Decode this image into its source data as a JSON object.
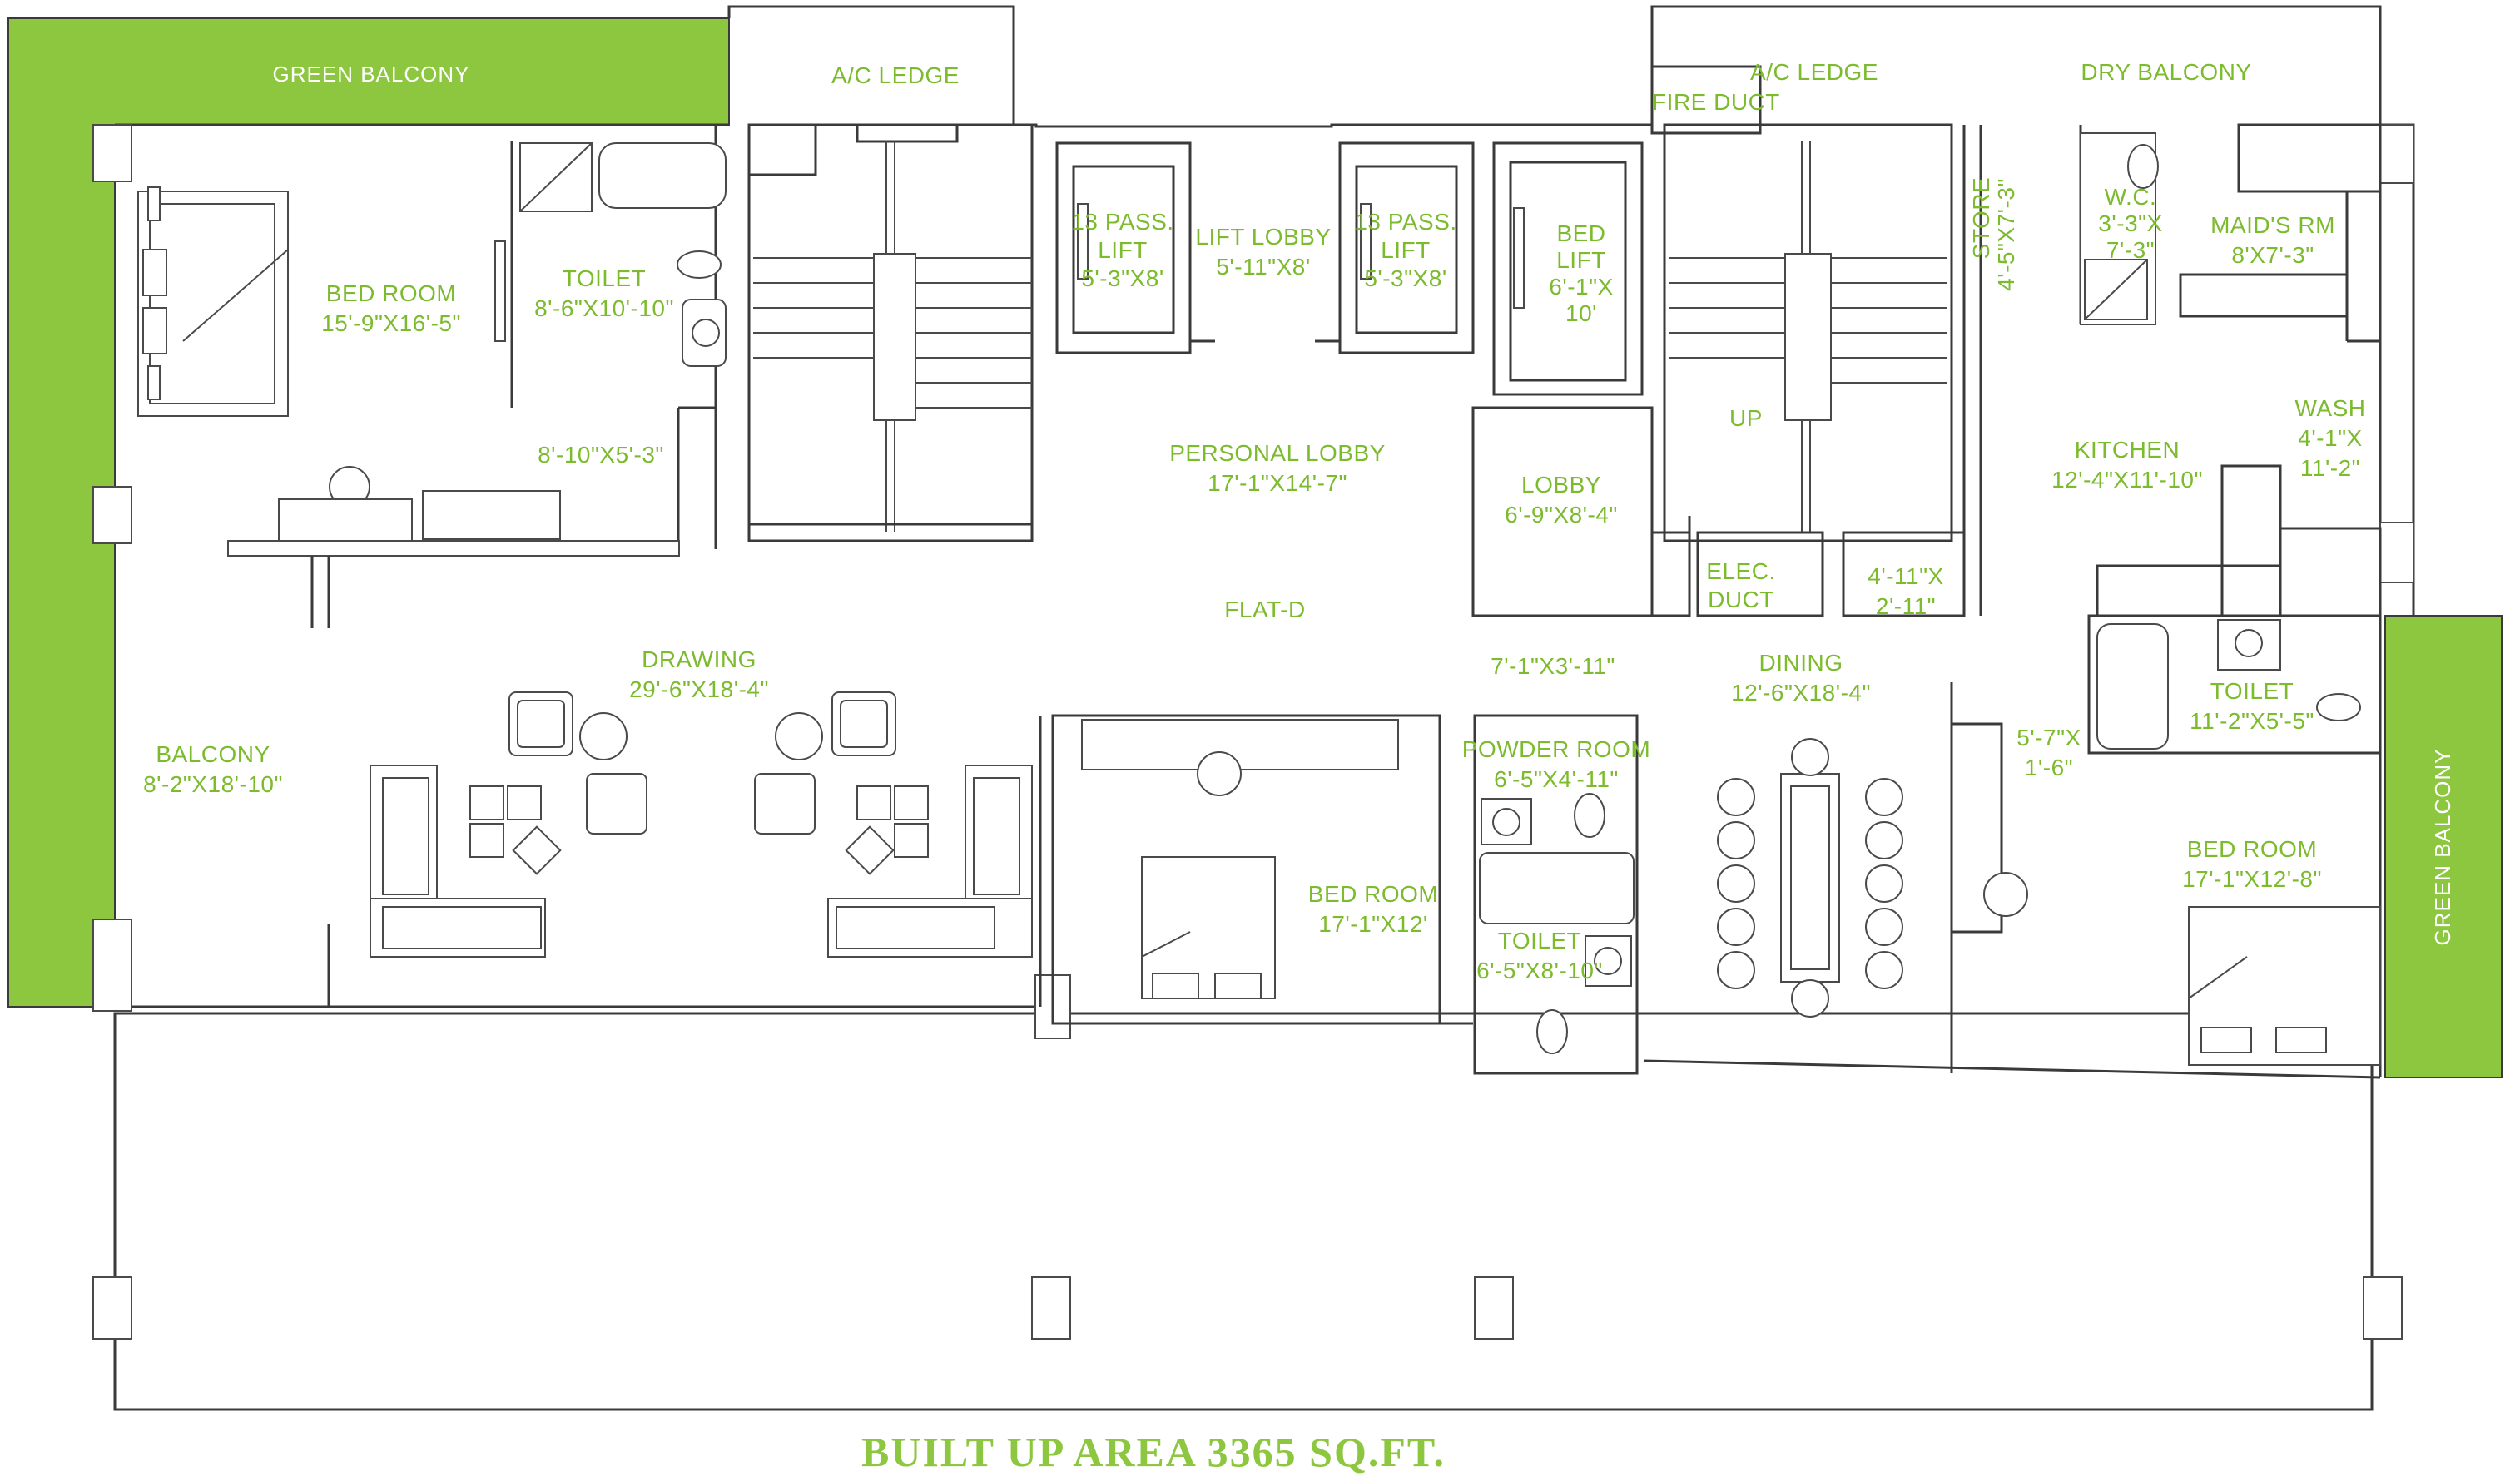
{
  "labels": {
    "green_balcony_top": "GREEN BALCONY",
    "green_balcony_right": "GREEN BALCONY",
    "ac_ledge_left": "A/C LEDGE",
    "ac_ledge_right": "A/C LEDGE",
    "fire_duct": "FIRE DUCT",
    "dry_balcony": "DRY BALCONY",
    "bedroom1_name": "BED ROOM",
    "bedroom1_size": "15'-9\"X16'-5\"",
    "toilet1_name": "TOILET",
    "toilet1_size": "8'-6\"X10'-10\"",
    "dress_size": "8'-10\"X5'-3\"",
    "lift1_l1": "13 PASS.",
    "lift1_l2": "LIFT",
    "lift1_l3": "5'-3\"X8'",
    "lift_lobby_name": "LIFT  LOBBY",
    "lift_lobby_size": "5'-11\"X8'",
    "lift2_l1": "13 PASS.",
    "lift2_l2": "LIFT",
    "lift2_l3": "5'-3\"X8'",
    "bedlift_l1": "BED",
    "bedlift_l2": "LIFT",
    "bedlift_l3": "6'-1\"X",
    "bedlift_l4": "10'",
    "store_label": "STORE",
    "store_size": "4'-5\"X7'-3\"",
    "wc_l1": "W.C.",
    "wc_l2": "3'-3\"X",
    "wc_l3": "7'-3\"",
    "maid_name": "MAID'S RM",
    "maid_size": "8'X7'-3\"",
    "personal_lobby_name": "PERSONAL LOBBY",
    "personal_lobby_size": "17'-1\"X14'-7\"",
    "lobby_name": "LOBBY",
    "lobby_size": "6'-9\"X8'-4\"",
    "up": "UP",
    "kitchen_name": "KITCHEN",
    "kitchen_size": "12'-4\"X11'-10\"",
    "wash_l1": "WASH",
    "wash_l2": "4'-1\"X",
    "wash_l3": "11'-2\"",
    "elec_l1": "ELEC.",
    "elec_l2": "DUCT",
    "shaft_l1": "4'-11\"X",
    "shaft_l2": "2'-11\"",
    "flat": "FLAT-D",
    "drawing_name": "DRAWING",
    "drawing_size": "29'-6\"X18'-4\"",
    "balcony_name": "BALCONY",
    "balcony_size": "8'-2\"X18'-10\"",
    "passage_size": "7'-1\"X3'-11\"",
    "dining_name": "DINING",
    "dining_size": "12'-6\"X18'-4\"",
    "toilet3_name": "TOILET",
    "toilet3_size": "11'-2\"X5'-5\"",
    "powder_name": "POWDER ROOM",
    "powder_size": "6'-5\"X4'-11\"",
    "closet_l1": "5'-7\"X",
    "closet_l2": "1'-6\"",
    "bedroom2_name": "BED ROOM",
    "bedroom2_size": "17'-1\"X12'",
    "toilet2_name": "TOILET",
    "toilet2_size": "6'-5\"X8'-10\"",
    "bedroom3_name": "BED ROOM",
    "bedroom3_size": "17'-1\"X12'-8\"",
    "built_up_area": "BUILT UP AREA 3365 SQ.FT."
  },
  "colors": {
    "accent_green": "#8dc63f",
    "label_green": "#7dbb2e",
    "wall": "#3a3a3a"
  }
}
